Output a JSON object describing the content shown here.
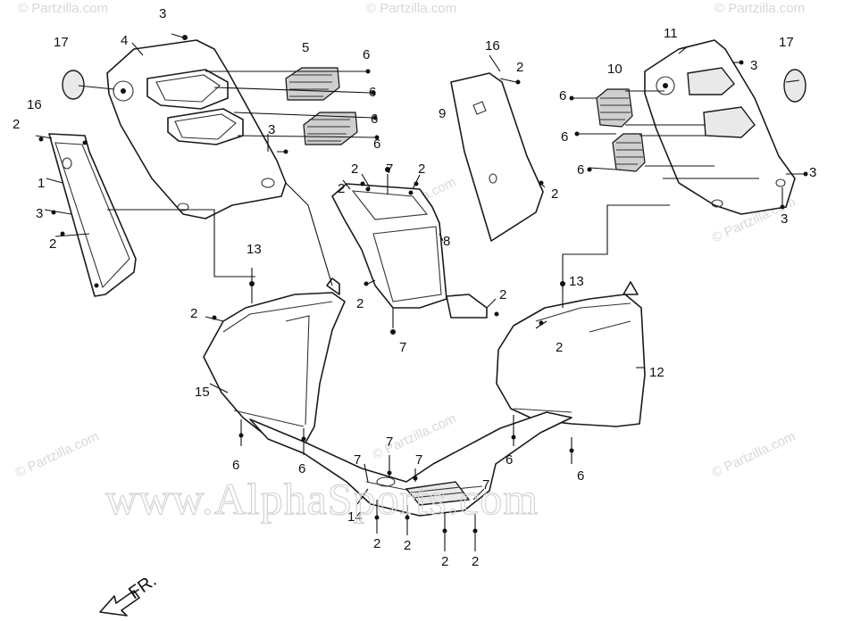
{
  "watermarks": {
    "site_small": "© Partzilla.com",
    "site_big": "www.AlphaSports.com"
  },
  "direction_label": "FR.",
  "callouts": {
    "c1": "1",
    "c2": "2",
    "c3": "3",
    "c4": "4",
    "c5": "5",
    "c6": "6",
    "c7": "7",
    "c8": "8",
    "c9": "9",
    "c10": "10",
    "c11": "11",
    "c12": "12",
    "c13": "13",
    "c14": "14",
    "c15": "15",
    "c16": "16",
    "c17": "17"
  }
}
